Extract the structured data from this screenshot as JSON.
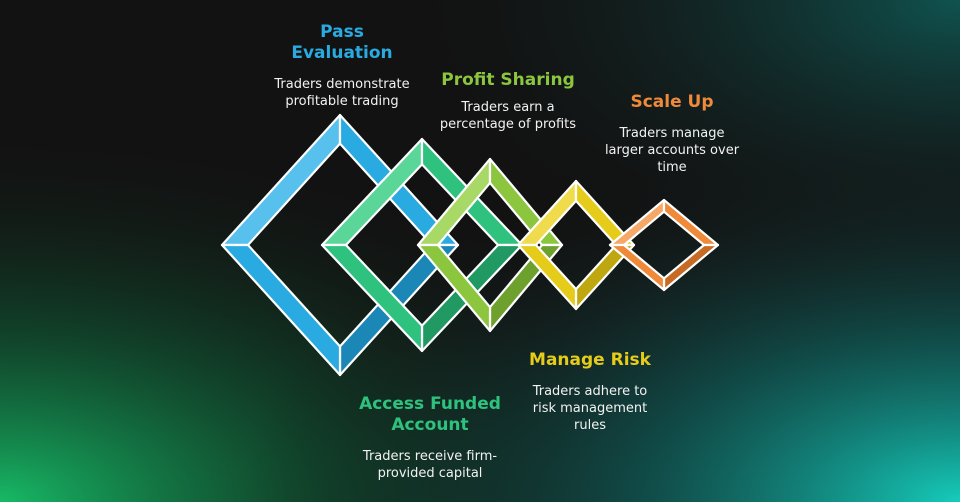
{
  "colors": {
    "background": "#121212",
    "glow_left": "#18c26a",
    "glow_right": "#16c7b8"
  },
  "steps": [
    {
      "title": "Pass\nEvaluation",
      "description": "Traders demonstrate\nprofitable trading",
      "color": "#29abe2",
      "shade": "#1b87b7",
      "light": "#58c0ec"
    },
    {
      "title": "Access Funded\nAccount",
      "description": "Traders receive firm-\nprovided capital",
      "color": "#2ec27e",
      "shade": "#209a62",
      "light": "#5bd699"
    },
    {
      "title": "Profit Sharing",
      "description": "Traders earn a\npercentage of profits",
      "color": "#8cc63f",
      "shade": "#6da02d",
      "light": "#a8d866"
    },
    {
      "title": "Manage Risk",
      "description": "Traders adhere to\nrisk management\nrules",
      "color": "#e6cc1a",
      "shade": "#bfa70f",
      "light": "#f0db4d"
    },
    {
      "title": "Scale Up",
      "description": "Traders manage\nlarger accounts over\ntime",
      "color": "#ef8a3a",
      "shade": "#c76b24",
      "light": "#f5a868"
    }
  ]
}
